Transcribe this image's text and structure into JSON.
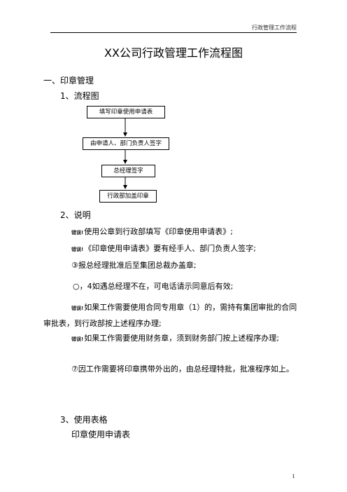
{
  "header": {
    "text": "行政管理工作流程"
  },
  "title": "XX公司行政管理工作流程图",
  "section1": {
    "heading": "一、印章管理",
    "flow_heading": "1、流程图",
    "flow_steps": [
      "填写印章使用申请表",
      "由申请人、部门负责人签字",
      "总经理签字",
      "行政部加盖印章"
    ],
    "explain_heading": "2、说明",
    "error_mark": "错误!",
    "paragraphs": {
      "p1": "使用公章到行政部填写《印章使用申请表》;",
      "p2": "《印章使用申请表》要有经手人、部门负责人签字;",
      "p3_prefix": "③",
      "p3": "报总经理批准后至集团总裁办盖章;",
      "p4_prefix": "○",
      "p4": "，4如遇总经理不在，可电话请示同意后有效;",
      "p5": "如果工作需要使用合同专用章（1）的，需持有集团审批的合同审批表，到行政部按上述程序办理;",
      "p6": "如果工作需要使用财务章，须到财务部门按上述程序办理;",
      "p7": "⑦因工作需要将印章携带外出的，由总经理特批，批准程序如上。"
    },
    "forms_heading": "3、使用表格",
    "forms_item": "印章使用申请表"
  },
  "page_number": "1"
}
